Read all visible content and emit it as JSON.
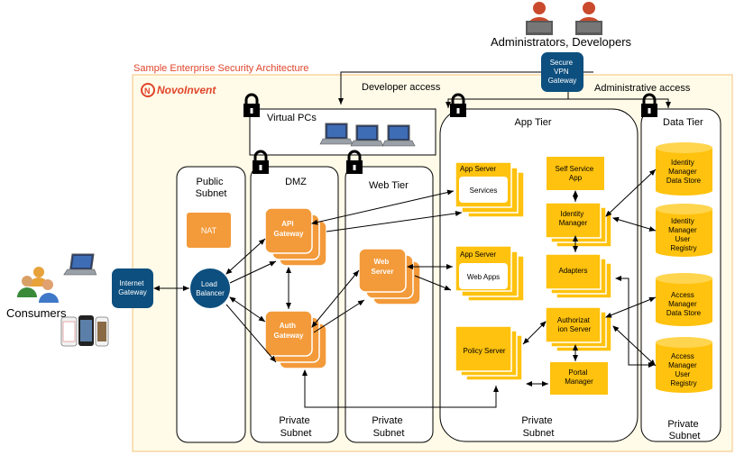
{
  "title": "Sample Enterprise Security Architecture",
  "logo_text": "NovoInvent",
  "admins_label": "Administrators, Developers",
  "vpn": [
    "Secure",
    "VPN",
    "Gateway"
  ],
  "developer_access": "Developer access",
  "administrative_access": "Administrative access",
  "consumers_label": "Consumers",
  "internet_gateway": [
    "Internet",
    "Gateway"
  ],
  "public_subnet": {
    "title": [
      "Public",
      "Subnet"
    ],
    "nat": "NAT",
    "load_balancer": [
      "Load",
      "Balancer"
    ]
  },
  "dmz": {
    "title": "DMZ",
    "api_gateway": [
      "API",
      "Gateway"
    ],
    "auth_gateway": [
      "Auth",
      "Gateway"
    ],
    "footer": [
      "Private",
      "Subnet"
    ]
  },
  "virtual_pcs": "Virtual PCs",
  "web_tier": {
    "title": "Web Tier",
    "web_server": [
      "Web",
      "Server"
    ],
    "footer": [
      "Private",
      "Subnet"
    ]
  },
  "app_tier": {
    "title": "App Tier",
    "app_server_1": {
      "title": "App Server",
      "inner": "Services"
    },
    "app_server_2": {
      "title": "App Server",
      "inner": "Web Apps"
    },
    "self_service": [
      "Self Service",
      "App"
    ],
    "identity_manager": [
      "Identity",
      "Manager"
    ],
    "adapters": "Adapters",
    "authorization_server": [
      "Authorizat",
      "ion Server"
    ],
    "policy_server": "Policy Server",
    "portal_manager": [
      "Portal",
      "Manager"
    ],
    "footer": [
      "Private",
      "Subnet"
    ]
  },
  "data_tier": {
    "title": "Data Tier",
    "stores": [
      [
        "Identity",
        "Manager",
        "Data Store"
      ],
      [
        "Identity",
        "Manager",
        "User",
        "Registry"
      ],
      [
        "Access",
        "Manager",
        "Data Store"
      ],
      [
        "Access",
        "Manager",
        "User",
        "Registry"
      ]
    ],
    "footer": [
      "Private",
      "Subnet"
    ]
  },
  "colors": {
    "orange": "#F39A3A",
    "yellow": "#FFC20E",
    "navy": "#0D4F7F",
    "title_red": "#E0452B",
    "outer_border": "#F4C27A"
  }
}
